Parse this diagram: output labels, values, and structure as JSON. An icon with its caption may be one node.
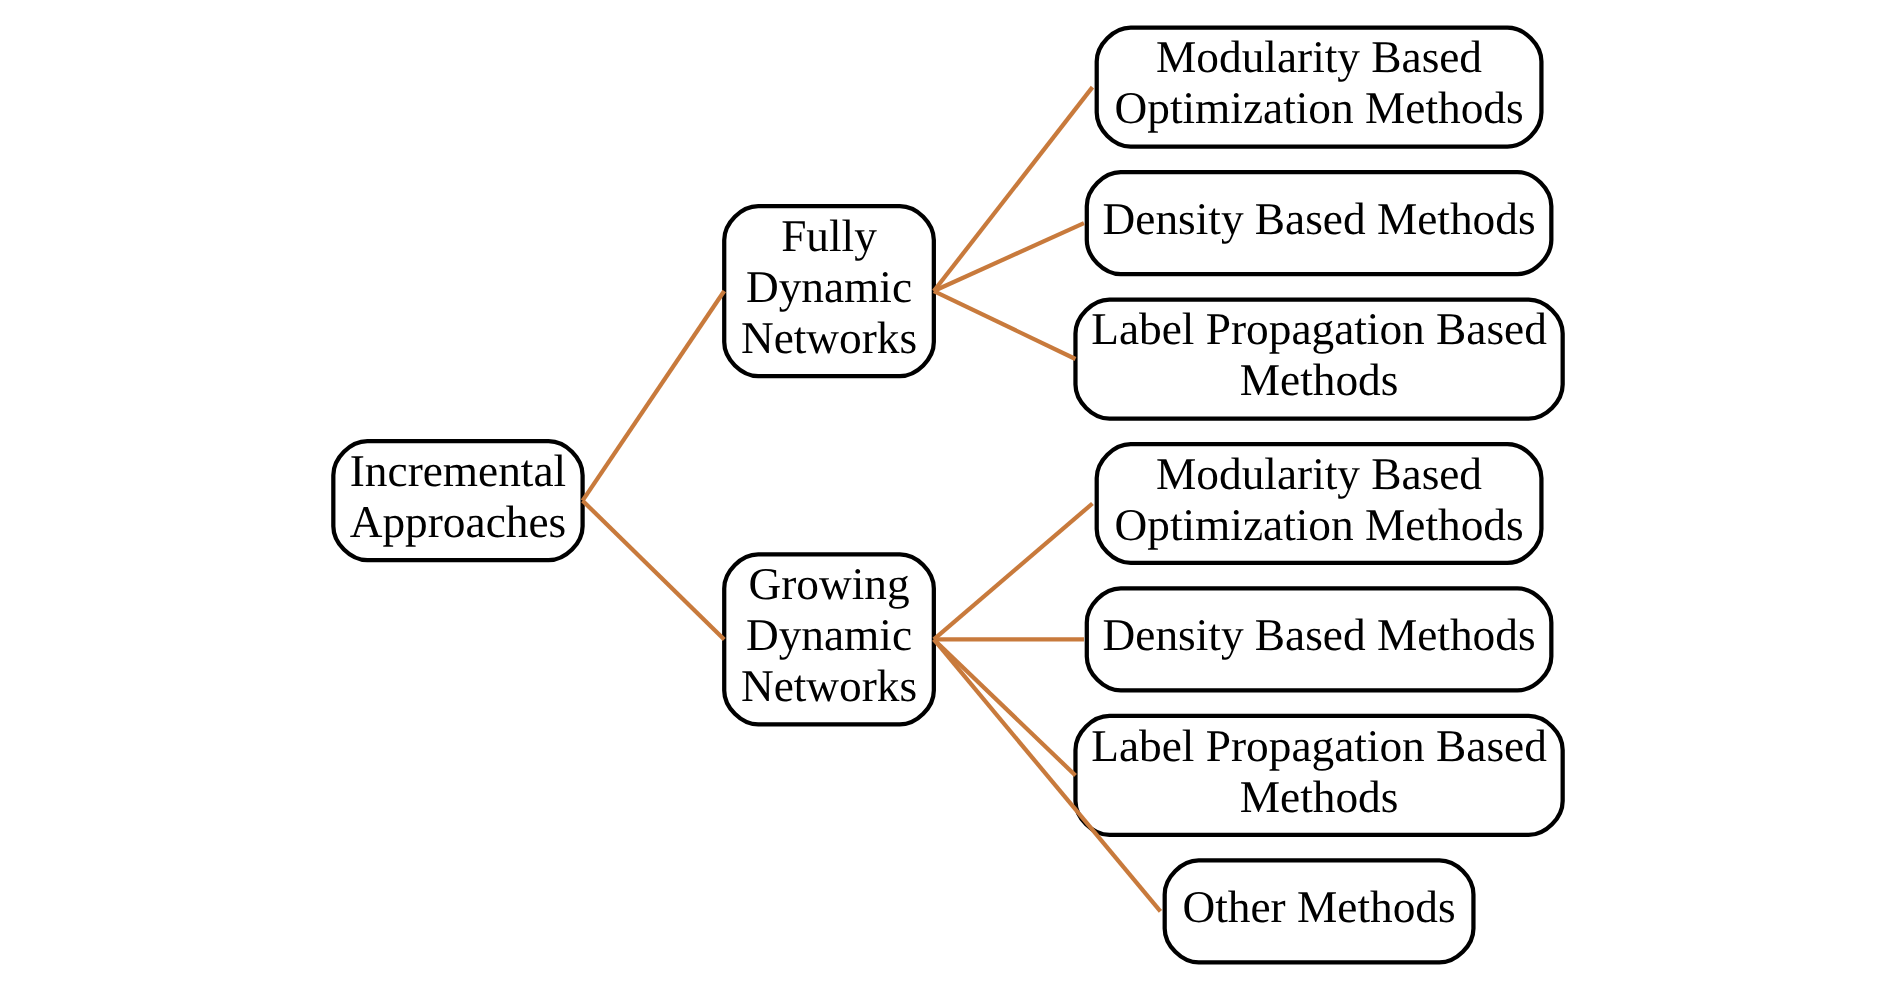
{
  "diagram": {
    "nodes": [
      {
        "text": [
          "Incremental Approaches"
        ]
      },
      {
        "text": [
          "Fully Dynamic Networks"
        ]
      },
      {
        "text": [
          "Modularity Based Optimization Methods"
        ]
      },
      {
        "text": [
          "Density Based Methods"
        ]
      },
      {
        "text": [
          "Label Propagation Based Methods"
        ]
      },
      {
        "text": [
          "Growing Dynamic Networks"
        ]
      },
      {
        "text": [
          "Modularity Based Optimization Methods"
        ]
      },
      {
        "text": [
          "Density Based Methods"
        ]
      },
      {
        "text": [
          "Label Propagation Based Methods"
        ]
      },
      {
        "text": [
          "Other Methods"
        ]
      }
    ],
    "edges": [
      {
        "from": 0,
        "to": 1,
        "arrow": "none"
      },
      {
        "from": 0,
        "to": 5,
        "arrow": "none"
      },
      {
        "from": 1,
        "to": 2,
        "arrow": "none"
      },
      {
        "from": 1,
        "to": 3,
        "arrow": "none"
      },
      {
        "from": 1,
        "to": 4,
        "arrow": "none"
      },
      {
        "from": 5,
        "to": 6,
        "arrow": "none"
      },
      {
        "from": 5,
        "to": 7,
        "arrow": "none"
      },
      {
        "from": 5,
        "to": 8,
        "arrow": "none"
      },
      {
        "from": 5,
        "to": 9,
        "arrow": "none"
      }
    ]
  }
}
